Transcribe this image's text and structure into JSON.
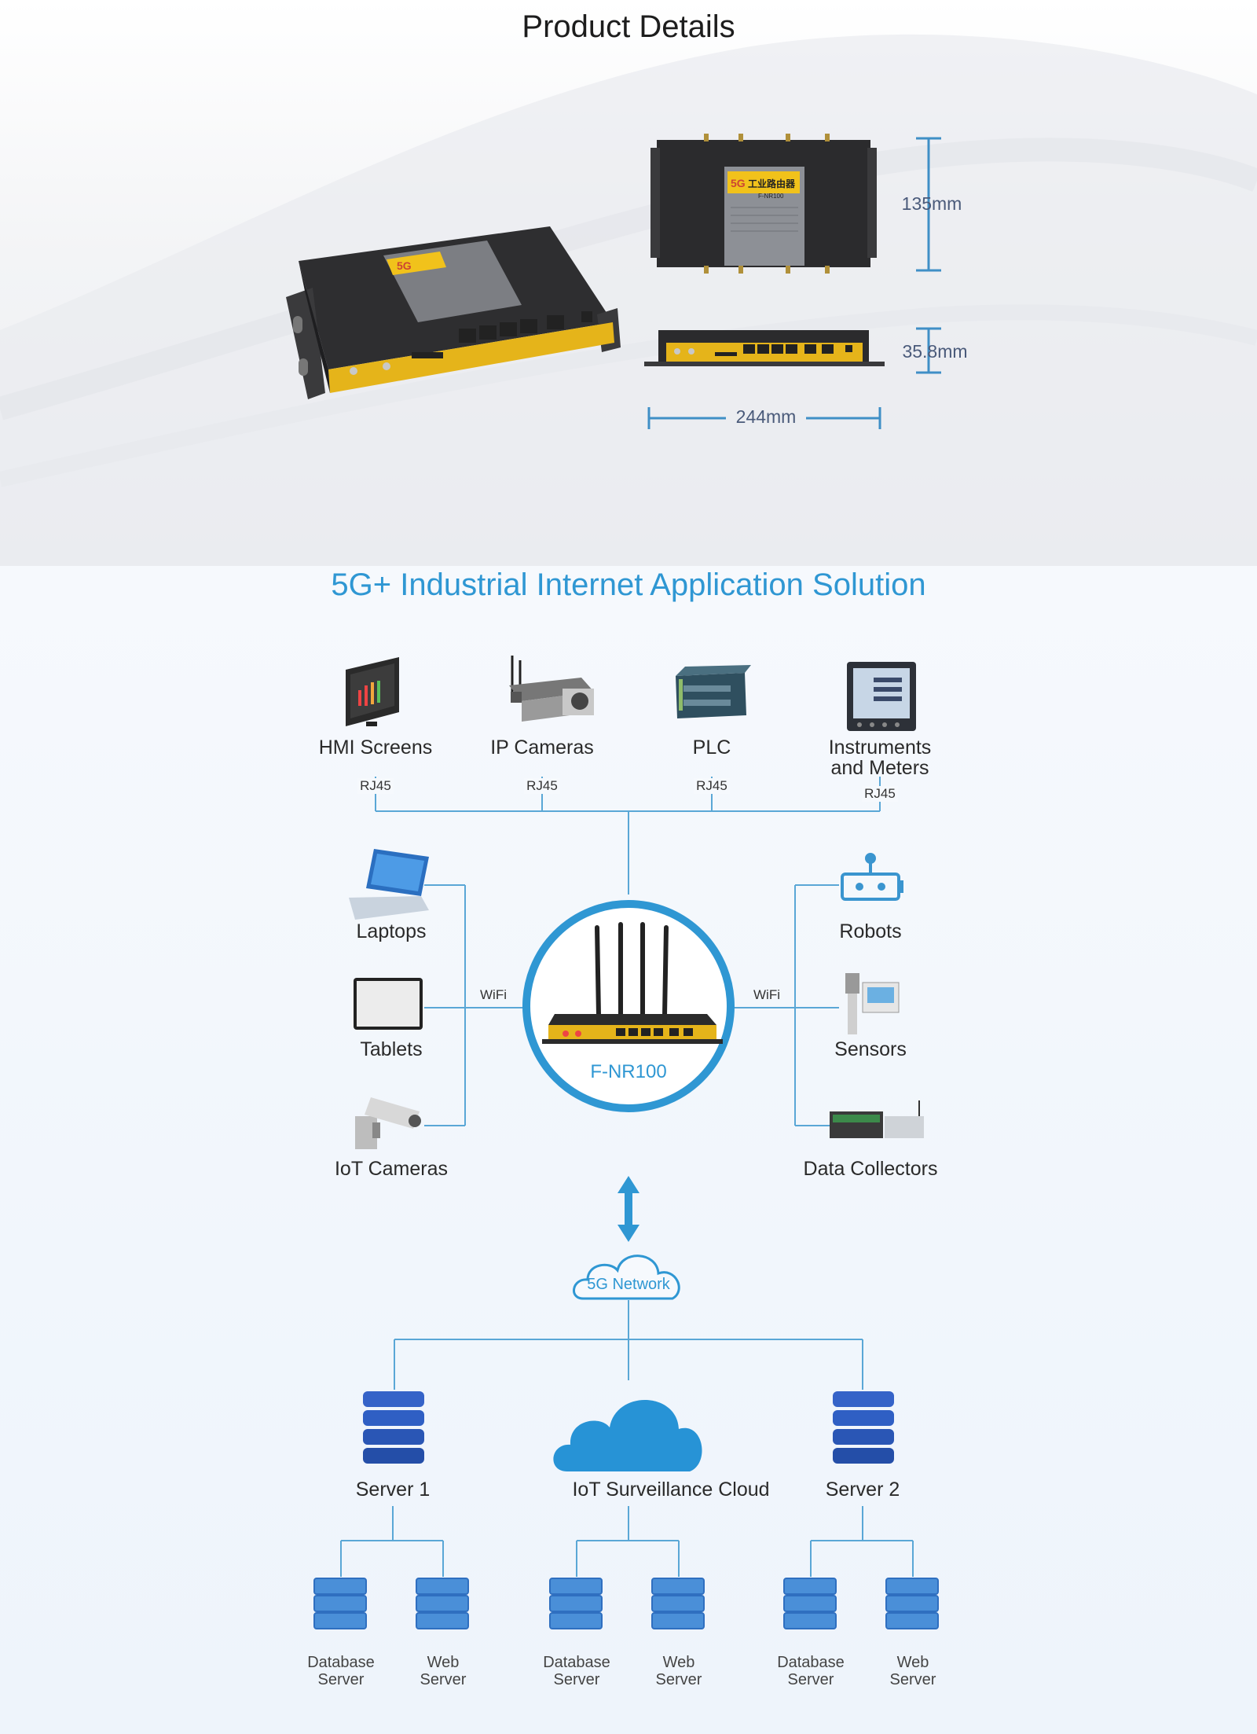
{
  "product": {
    "title": "Product Details",
    "dim_height": "135mm",
    "dim_depth": "35.8mm",
    "dim_width": "244mm",
    "label_badge": "5G",
    "label_cn": "工业路由器",
    "label_model": "F-NR100"
  },
  "solution": {
    "title": "5G+ Industrial Internet Application Solution",
    "top_devices": [
      {
        "label": "HMI Screens",
        "port": "RJ45"
      },
      {
        "label": "IP Cameras",
        "port": "RJ45"
      },
      {
        "label": "PLC",
        "port": "RJ45"
      },
      {
        "label": "Instruments and Meters",
        "port": "RJ45"
      }
    ],
    "left_devices": [
      "Laptops",
      "Tablets",
      "IoT Cameras"
    ],
    "right_devices": [
      "Robots",
      "Sensors",
      "Data Collectors"
    ],
    "left_link": "WiFi",
    "right_link": "WiFi",
    "router_model": "F-NR100",
    "network": "5G Network",
    "servers": [
      "Server 1",
      "IoT Surveillance Cloud",
      "Server 2"
    ],
    "sub_servers": [
      {
        "line1": "Database",
        "line2": "Server"
      },
      {
        "line1": "Web",
        "line2": "Server"
      },
      {
        "line1": "Database",
        "line2": "Server"
      },
      {
        "line1": "Web",
        "line2": "Server"
      },
      {
        "line1": "Database",
        "line2": "Server"
      },
      {
        "line1": "Web",
        "line2": "Server"
      }
    ]
  },
  "colors": {
    "accent": "#2f97d3",
    "router_body": "#2b2b2b",
    "router_panel": "#e8b81c",
    "server_blue": "#2f5fc4"
  }
}
